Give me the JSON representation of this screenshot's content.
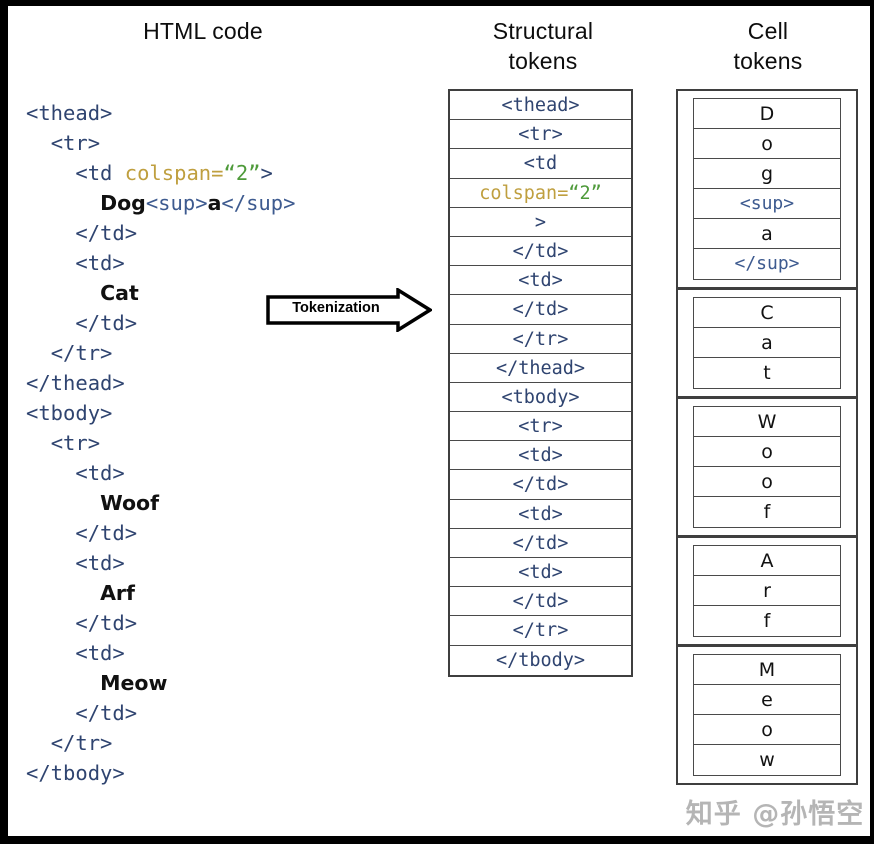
{
  "figure": {
    "columns": {
      "html_code_title": "HTML code",
      "structural_tokens_title": "Structural\ntokens",
      "structural_tokens_title_line1": "Structural",
      "structural_tokens_title_line2": "tokens",
      "cell_tokens_title_line1": "Cell",
      "cell_tokens_title_line2": "tokens"
    },
    "arrow": {
      "label": "Tokenization"
    },
    "watermark": "知乎 @孙悟空",
    "colors": {
      "tag": "#2f4470",
      "subtag": "#3d5a8f",
      "attribute": "#bf9f3f",
      "attribute_value": "#4e9a3a",
      "text": "#111111",
      "border": "#3f3f3f",
      "background": "#ffffff",
      "frame": "#000000"
    }
  },
  "html_code": {
    "lines": [
      {
        "indent": 0,
        "parts": [
          {
            "t": "tag",
            "s": "<thead>"
          }
        ]
      },
      {
        "indent": 1,
        "parts": [
          {
            "t": "tag",
            "s": "<tr>"
          }
        ]
      },
      {
        "indent": 2,
        "parts": [
          {
            "t": "tag",
            "s": "<td "
          },
          {
            "t": "attr",
            "s": "colspan="
          },
          {
            "t": "val",
            "s": "“2”"
          },
          {
            "t": "tag",
            "s": ">"
          }
        ]
      },
      {
        "indent": 3,
        "parts": [
          {
            "t": "txt",
            "s": "Dog"
          },
          {
            "t": "subtag",
            "s": "<sup>"
          },
          {
            "t": "txt",
            "s": "a"
          },
          {
            "t": "subtag",
            "s": "</sup>"
          }
        ]
      },
      {
        "indent": 2,
        "parts": [
          {
            "t": "tag",
            "s": "</td>"
          }
        ]
      },
      {
        "indent": 2,
        "parts": [
          {
            "t": "tag",
            "s": "<td>"
          }
        ]
      },
      {
        "indent": 3,
        "parts": [
          {
            "t": "txt",
            "s": "Cat"
          }
        ]
      },
      {
        "indent": 2,
        "parts": [
          {
            "t": "tag",
            "s": "</td>"
          }
        ]
      },
      {
        "indent": 1,
        "parts": [
          {
            "t": "tag",
            "s": "</tr>"
          }
        ]
      },
      {
        "indent": 0,
        "parts": [
          {
            "t": "tag",
            "s": "</thead>"
          }
        ]
      },
      {
        "indent": 0,
        "parts": [
          {
            "t": "tag",
            "s": "<tbody>"
          }
        ]
      },
      {
        "indent": 1,
        "parts": [
          {
            "t": "tag",
            "s": "<tr>"
          }
        ]
      },
      {
        "indent": 2,
        "parts": [
          {
            "t": "tag",
            "s": "<td>"
          }
        ]
      },
      {
        "indent": 3,
        "parts": [
          {
            "t": "txt",
            "s": "Woof"
          }
        ]
      },
      {
        "indent": 2,
        "parts": [
          {
            "t": "tag",
            "s": "</td>"
          }
        ]
      },
      {
        "indent": 2,
        "parts": [
          {
            "t": "tag",
            "s": "<td>"
          }
        ]
      },
      {
        "indent": 3,
        "parts": [
          {
            "t": "txt",
            "s": "Arf"
          }
        ]
      },
      {
        "indent": 2,
        "parts": [
          {
            "t": "tag",
            "s": "</td>"
          }
        ]
      },
      {
        "indent": 2,
        "parts": [
          {
            "t": "tag",
            "s": "<td>"
          }
        ]
      },
      {
        "indent": 3,
        "parts": [
          {
            "t": "txt",
            "s": "Meow"
          }
        ]
      },
      {
        "indent": 2,
        "parts": [
          {
            "t": "tag",
            "s": "</td>"
          }
        ]
      },
      {
        "indent": 1,
        "parts": [
          {
            "t": "tag",
            "s": "</tr>"
          }
        ]
      },
      {
        "indent": 0,
        "parts": [
          {
            "t": "tag",
            "s": "</tbody>"
          }
        ]
      }
    ]
  },
  "structural_tokens": {
    "rows": [
      {
        "parts": [
          {
            "t": "tag",
            "s": "<thead>"
          }
        ]
      },
      {
        "parts": [
          {
            "t": "tag",
            "s": "<tr>"
          }
        ]
      },
      {
        "parts": [
          {
            "t": "tag",
            "s": "<td"
          }
        ]
      },
      {
        "parts": [
          {
            "t": "attr",
            "s": "colspan="
          },
          {
            "t": "val",
            "s": "“2”"
          }
        ]
      },
      {
        "parts": [
          {
            "t": "tag",
            "s": ">"
          }
        ]
      },
      {
        "parts": [
          {
            "t": "tag",
            "s": "</td>"
          }
        ]
      },
      {
        "parts": [
          {
            "t": "tag",
            "s": "<td>"
          }
        ]
      },
      {
        "parts": [
          {
            "t": "tag",
            "s": "</td>"
          }
        ]
      },
      {
        "parts": [
          {
            "t": "tag",
            "s": "</tr>"
          }
        ]
      },
      {
        "parts": [
          {
            "t": "tag",
            "s": "</thead>"
          }
        ]
      },
      {
        "parts": [
          {
            "t": "tag",
            "s": "<tbody>"
          }
        ]
      },
      {
        "parts": [
          {
            "t": "tag",
            "s": "<tr>"
          }
        ]
      },
      {
        "parts": [
          {
            "t": "tag",
            "s": "<td>"
          }
        ]
      },
      {
        "parts": [
          {
            "t": "tag",
            "s": "</td>"
          }
        ]
      },
      {
        "parts": [
          {
            "t": "tag",
            "s": "<td>"
          }
        ]
      },
      {
        "parts": [
          {
            "t": "tag",
            "s": "</td>"
          }
        ]
      },
      {
        "parts": [
          {
            "t": "tag",
            "s": "<td>"
          }
        ]
      },
      {
        "parts": [
          {
            "t": "tag",
            "s": "</td>"
          }
        ]
      },
      {
        "parts": [
          {
            "t": "tag",
            "s": "</tr>"
          }
        ]
      },
      {
        "parts": [
          {
            "t": "tag",
            "s": "</tbody>"
          }
        ]
      }
    ]
  },
  "cell_tokens": {
    "groups": [
      {
        "source": "Dog<sup>a</sup>",
        "tokens": [
          {
            "s": "D",
            "kind": "char"
          },
          {
            "s": "o",
            "kind": "char"
          },
          {
            "s": "g",
            "kind": "char"
          },
          {
            "s": "<sup>",
            "kind": "tag"
          },
          {
            "s": "a",
            "kind": "char"
          },
          {
            "s": "</sup>",
            "kind": "tag"
          }
        ]
      },
      {
        "source": "Cat",
        "tokens": [
          {
            "s": "C",
            "kind": "char"
          },
          {
            "s": "a",
            "kind": "char"
          },
          {
            "s": "t",
            "kind": "char"
          }
        ]
      },
      {
        "source": "Woof",
        "tokens": [
          {
            "s": "W",
            "kind": "char"
          },
          {
            "s": "o",
            "kind": "char"
          },
          {
            "s": "o",
            "kind": "char"
          },
          {
            "s": "f",
            "kind": "char"
          }
        ]
      },
      {
        "source": "Arf",
        "tokens": [
          {
            "s": "A",
            "kind": "char"
          },
          {
            "s": "r",
            "kind": "char"
          },
          {
            "s": "f",
            "kind": "char"
          }
        ]
      },
      {
        "source": "Meow",
        "tokens": [
          {
            "s": "M",
            "kind": "char"
          },
          {
            "s": "e",
            "kind": "char"
          },
          {
            "s": "o",
            "kind": "char"
          },
          {
            "s": "w",
            "kind": "char"
          }
        ]
      }
    ]
  }
}
